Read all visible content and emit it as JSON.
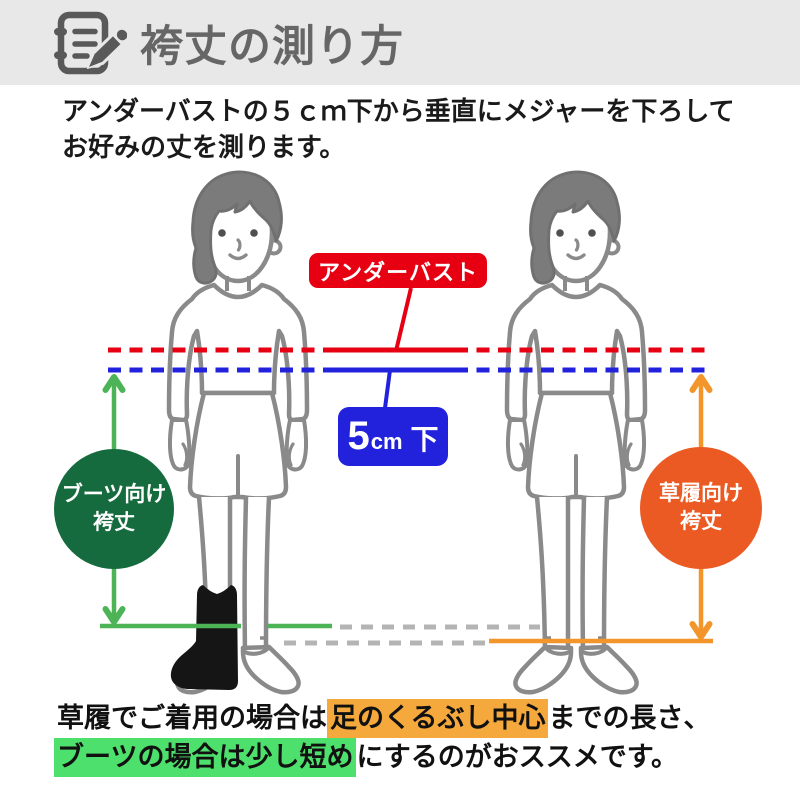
{
  "header": {
    "title": "袴丈の測り方",
    "icon": "notepad-pencil-icon",
    "bg": "#e8e8e8",
    "text_color": "#666666"
  },
  "intro": {
    "line1": "アンダーバストの５ｃｍ下から垂直にメジャーを下ろして",
    "line2": "お好みの丈を測ります。"
  },
  "labels": {
    "underbust": {
      "text": "アンダーバスト",
      "bg": "#e60012"
    },
    "below_5cm": {
      "num": "5",
      "unit": "cm",
      "suffix": "下",
      "bg": "#2222dd"
    }
  },
  "badges": {
    "boots": {
      "line1": "ブーツ向け",
      "line2": "袴丈",
      "bg": "#156b3e",
      "arrow_color": "#4cb356"
    },
    "zouri": {
      "line1": "草履向け",
      "line2": "袴丈",
      "bg": "#ec5a24",
      "arrow_color": "#f2962b"
    }
  },
  "footer": {
    "line1_prefix": "草履でご着用の場合は",
    "line1_highlight": "足のくるぶし中心",
    "line1_suffix": "までの長さ、",
    "line2_highlight": "ブーツの場合は少し短め",
    "line2_suffix": "にするのがおススメです。",
    "highlight_orange": "#f5a93c",
    "highlight_green": "#4ee06c"
  },
  "colors": {
    "underbust_line": "#e60012",
    "below_line": "#2222dd",
    "figure_gray": "#8a8a8a",
    "hair_gray": "#7b7b7b",
    "guide_dash_gray": "#b4b4b4"
  }
}
